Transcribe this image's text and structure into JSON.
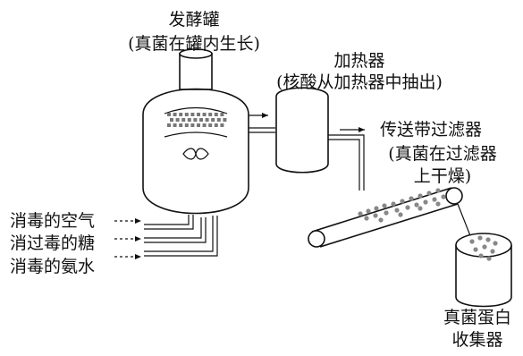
{
  "labels": {
    "fermenter_title": "发酵罐",
    "fermenter_note": "(真菌在罐内生长)",
    "heater_title": "加热器",
    "heater_note": "(核酸从加热器中抽出)",
    "belt_title": "传送带过滤器",
    "belt_note_1": "(真菌在过滤器",
    "belt_note_2": "上干燥)",
    "input_1": "消毒的空气",
    "input_2": "消过毒的糖",
    "input_3": "消毒的氨水",
    "collector_1": "真菌蛋白",
    "collector_2": "收集器"
  }
}
